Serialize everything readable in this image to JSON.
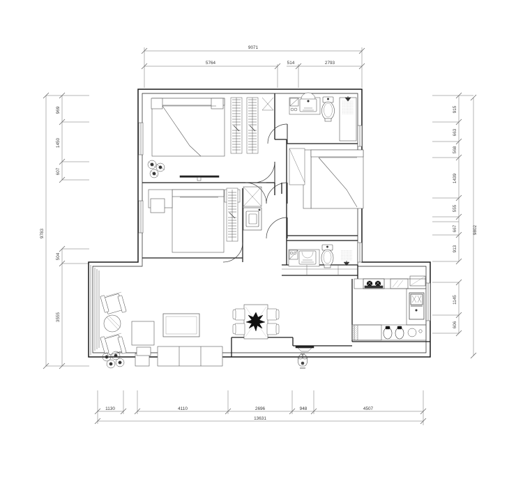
{
  "document": {
    "type": "architectural-floor-plan",
    "title": "Residential Apartment Floor Plan",
    "units": "mm",
    "background_color": "#ffffff",
    "line_color": "#1a1a1a",
    "dimension_color": "#3a3a3a",
    "furniture_color": "#555555"
  },
  "dimensions": {
    "top": {
      "overall": "9071",
      "segments": [
        "5764",
        "514",
        "2793"
      ]
    },
    "left": {
      "overall": "9783",
      "segments": [
        "969",
        "1450",
        "607",
        "504",
        "3555"
      ]
    },
    "right": {
      "overall": "9802",
      "segments": [
        "915",
        "663",
        "568",
        "1439",
        "555",
        "667",
        "913",
        "1145",
        "606"
      ]
    },
    "bottom": {
      "overall": "13631",
      "segments": [
        "1130",
        "4110",
        "2696",
        "948",
        "4507"
      ]
    }
  },
  "rooms": [
    {
      "name": "master-bedroom",
      "label": ""
    },
    {
      "name": "second-bedroom",
      "label": ""
    },
    {
      "name": "third-bedroom",
      "label": ""
    },
    {
      "name": "master-bathroom",
      "label": ""
    },
    {
      "name": "guest-bathroom",
      "label": ""
    },
    {
      "name": "living-room",
      "label": ""
    },
    {
      "name": "dining-area",
      "label": ""
    },
    {
      "name": "kitchen",
      "label": ""
    },
    {
      "name": "balcony",
      "label": ""
    },
    {
      "name": "hallway",
      "label": ""
    }
  ],
  "furniture": [
    {
      "name": "double-bed-master",
      "room": "master-bedroom"
    },
    {
      "name": "wardrobe-master",
      "room": "master-bedroom"
    },
    {
      "name": "plant-master",
      "room": "master-bedroom"
    },
    {
      "name": "double-bed-second",
      "room": "third-bedroom"
    },
    {
      "name": "nightstand-second",
      "room": "third-bedroom"
    },
    {
      "name": "wardrobe-second",
      "room": "third-bedroom"
    },
    {
      "name": "washing-machine",
      "room": "third-bedroom"
    },
    {
      "name": "double-bed-third",
      "room": "second-bedroom"
    },
    {
      "name": "wardrobe-third",
      "room": "second-bedroom"
    },
    {
      "name": "sink-vanity-upper",
      "room": "master-bathroom"
    },
    {
      "name": "toilet-upper",
      "room": "master-bathroom"
    },
    {
      "name": "shower-upper",
      "room": "master-bathroom"
    },
    {
      "name": "sink-vanity-lower",
      "room": "guest-bathroom"
    },
    {
      "name": "toilet-lower",
      "room": "guest-bathroom"
    },
    {
      "name": "shower-lower",
      "room": "guest-bathroom"
    },
    {
      "name": "sofa-three-seat",
      "room": "living-room"
    },
    {
      "name": "coffee-table",
      "room": "living-room"
    },
    {
      "name": "armchair-one",
      "room": "living-room"
    },
    {
      "name": "armchair-two",
      "room": "living-room"
    },
    {
      "name": "round-table",
      "room": "living-room"
    },
    {
      "name": "side-table",
      "room": "living-room"
    },
    {
      "name": "tv-cabinet",
      "room": "living-room"
    },
    {
      "name": "plant-living",
      "room": "living-room"
    },
    {
      "name": "dining-table",
      "room": "dining-area"
    },
    {
      "name": "dining-chairs",
      "room": "dining-area"
    },
    {
      "name": "cooktop",
      "room": "kitchen"
    },
    {
      "name": "kitchen-sink",
      "room": "kitchen"
    },
    {
      "name": "refrigerator",
      "room": "kitchen"
    },
    {
      "name": "counter-kitchen",
      "room": "kitchen"
    },
    {
      "name": "entry-plant",
      "room": "hallway"
    }
  ]
}
